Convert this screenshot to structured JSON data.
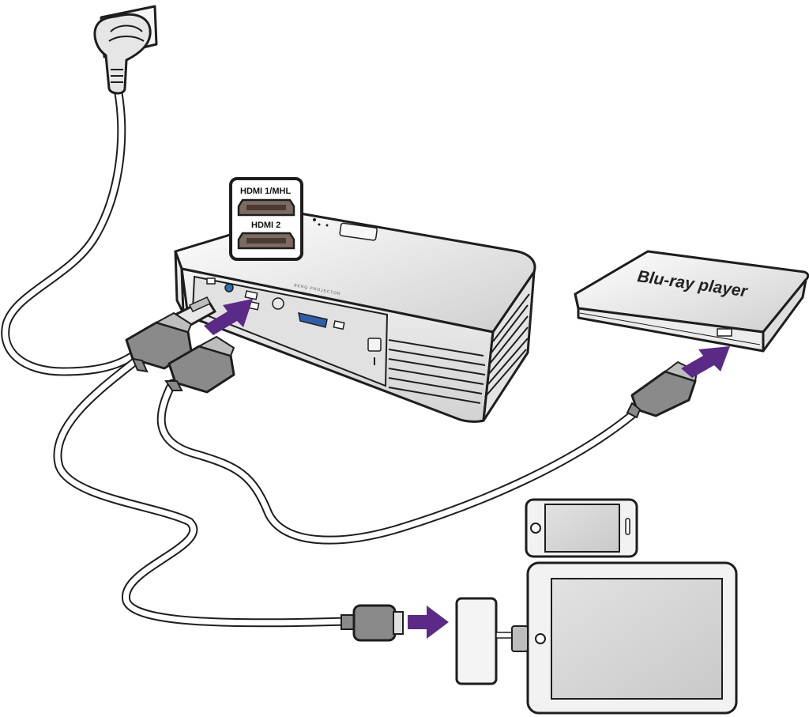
{
  "labels": {
    "hdmi1": "HDMI 1/MHL",
    "hdmi2": "HDMI 2",
    "brand": "BENQ PROJECTOR",
    "bluray": "Blu-ray player"
  },
  "colors": {
    "arrow": "#5b2a86",
    "outline": "#1e1e1e",
    "connector": "#8a8a8a",
    "cable": "#ffffff",
    "device_body": "#f2f2f2",
    "screen": "#d8d8d8",
    "port_metal": "#7d6a63"
  },
  "icons": {
    "power_plug": "power-plug-icon",
    "arrow": "push-arrow-icon",
    "smartphone": "smartphone-icon",
    "tablet": "tablet-icon",
    "mhl_adapter": "mhl-adapter-icon"
  }
}
